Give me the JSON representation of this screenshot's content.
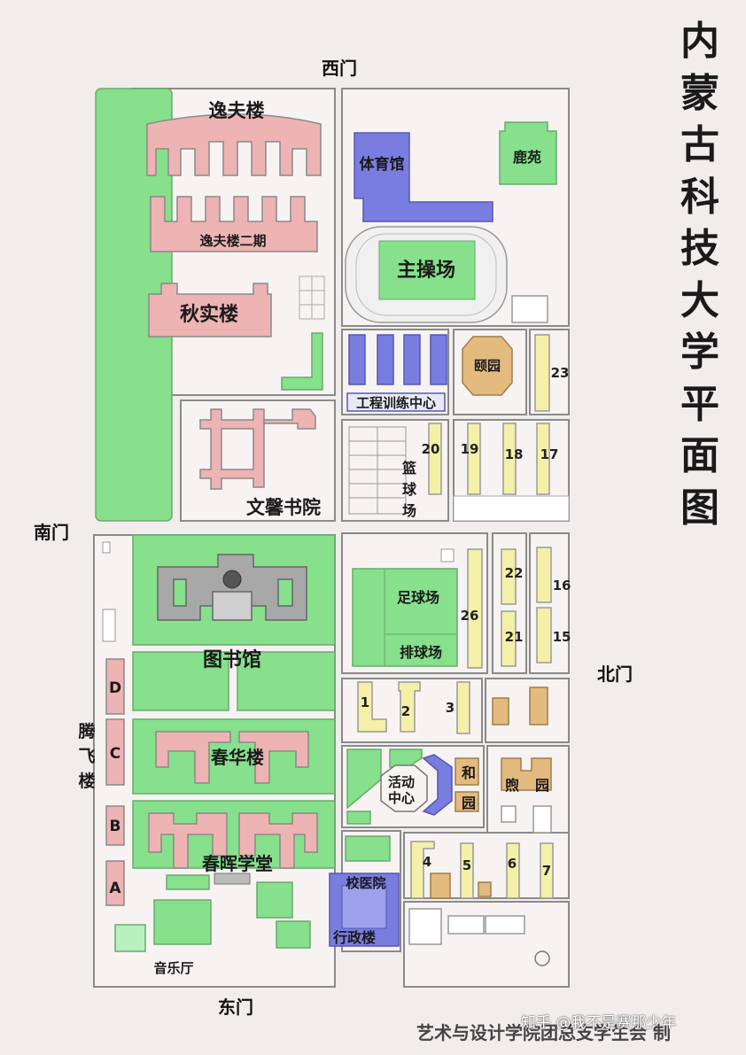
{
  "title_chars": [
    "内",
    "蒙",
    "古",
    "科",
    "技",
    "大",
    "学",
    "平",
    "面",
    "图"
  ],
  "gates": {
    "west": "西门",
    "south": "南门",
    "north": "北门",
    "east": "东门"
  },
  "tengfei_chars": [
    "腾",
    "飞",
    "楼"
  ],
  "tengfei_units": [
    "D",
    "C",
    "B",
    "A"
  ],
  "buildings": {
    "yifu": "逸夫楼",
    "yifu2": "逸夫楼二期",
    "qiushi": "秋实楼",
    "gym": "体育馆",
    "luyuan": "鹿苑",
    "stadium": "主操场",
    "gyuan": "颐园",
    "engineering": "工程训练中心",
    "wenxin": "文馨书院",
    "library": "图书馆",
    "chunhua": "春华楼",
    "chunhui": "春晖学堂",
    "football": "足球场",
    "volleyball": "排球场",
    "activity": "活动中心",
    "he": "和",
    "heyuan": "园",
    "xu": "煦",
    "xuyuan": "园",
    "hospital": "校医院",
    "admin": "行政楼",
    "concert": "音乐厅",
    "basketball_chars": [
      "篮",
      "球",
      "场"
    ]
  },
  "dorms": [
    "23",
    "20",
    "19",
    "18",
    "17",
    "22",
    "16",
    "21",
    "15",
    "26",
    "1",
    "2",
    "3",
    "4",
    "5",
    "6",
    "7"
  ],
  "credit": "艺术与设计学院团总支学生会 制",
  "watermark": "知乎 @我不是赛那少年",
  "colors": {
    "background": "#f2eded",
    "road": "#f7f3f3",
    "outline": "#8a8a8a",
    "academic": "#eeb3b3",
    "sports": "#7a7de0",
    "green": "#86e08c",
    "dorm": "#f4f0a8",
    "canteen": "#e3bb7f",
    "library": "#a8a8a8"
  }
}
